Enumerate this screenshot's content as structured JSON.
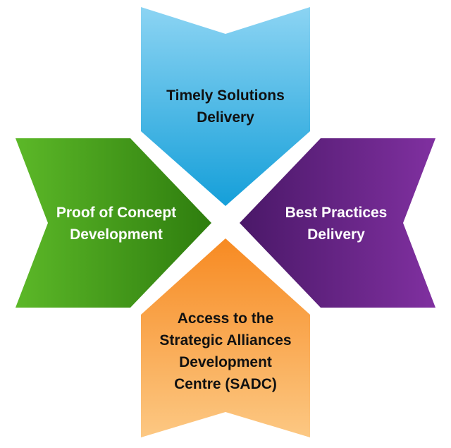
{
  "colors": {
    "top_light": "#8cd4f3",
    "top_dark": "#159fd9",
    "left_light": "#5cb828",
    "left_dark": "#2e7d0e",
    "right_light": "#8030a0",
    "right_dark": "#4a1868",
    "bottom_light": "#fcc883",
    "bottom_dark": "#f78a22",
    "text_dark": "#111111",
    "text_light": "#ffffff"
  },
  "arrows": {
    "top": {
      "lines": [
        "Timely Solutions",
        "Delivery"
      ]
    },
    "left": {
      "lines": [
        "Proof of Concept",
        "Development"
      ]
    },
    "right": {
      "lines": [
        "Best Practices",
        "Delivery"
      ]
    },
    "bottom": {
      "lines": [
        "Access to the",
        "Strategic Alliances",
        "Development",
        "Centre (SADC)"
      ]
    }
  }
}
